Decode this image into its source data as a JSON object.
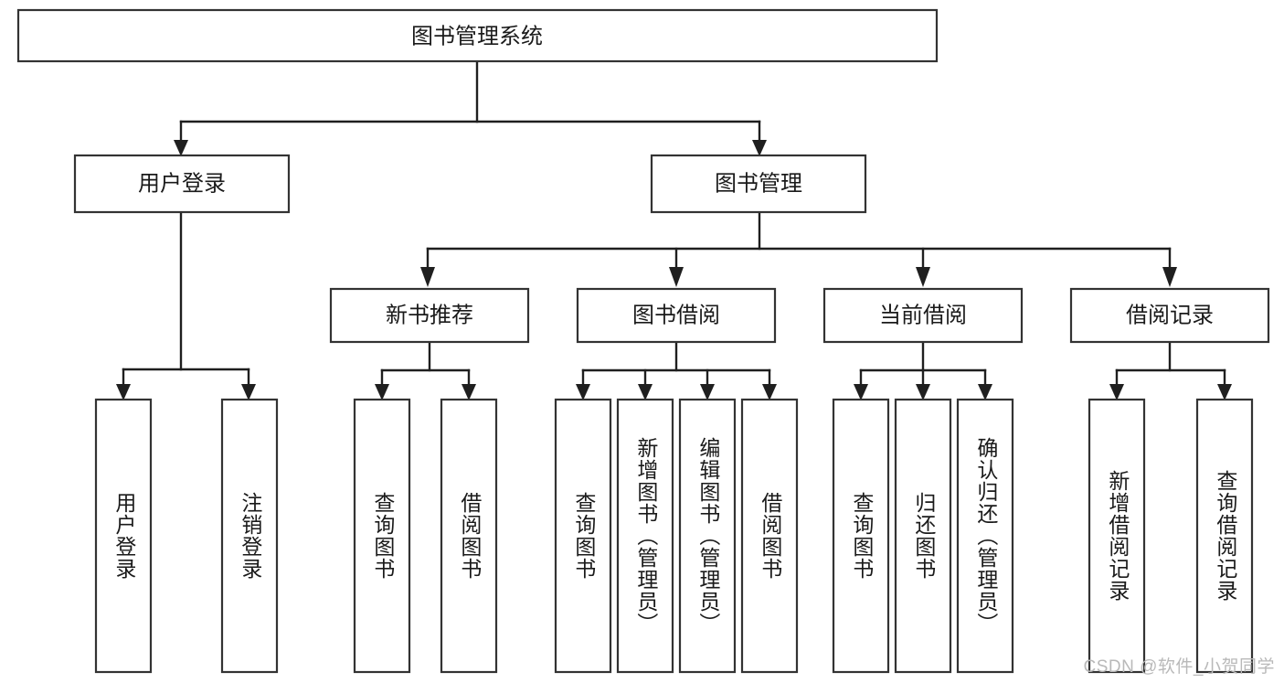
{
  "page": {
    "title": "图书管理系统 功能结构图",
    "background_color": "#ffffff",
    "box_fill": "#ffffff",
    "box_stroke": "#333333",
    "line_color": "#1f1f1f",
    "text_color": "#1a1a1a"
  },
  "watermark": {
    "text": "CSDN @软件_小贺同学",
    "color": "#b9b9b9"
  },
  "diagram": {
    "type": "tree",
    "orientation": "top-down",
    "levels": 4,
    "root": {
      "id": "root",
      "label": "图书管理系统"
    },
    "level2": [
      {
        "id": "user-login",
        "label": "用户登录"
      },
      {
        "id": "book-management",
        "label": "图书管理"
      }
    ],
    "level3": [
      {
        "id": "new-book-recommend",
        "label": "新书推荐",
        "parent": "book-management"
      },
      {
        "id": "book-borrow",
        "label": "图书借阅",
        "parent": "book-management"
      },
      {
        "id": "current-borrow",
        "label": "当前借阅",
        "parent": "book-management"
      },
      {
        "id": "borrow-record",
        "label": "借阅记录",
        "parent": "book-management"
      }
    ],
    "leaves": {
      "user-login": [
        {
          "id": "leaf-user-login",
          "label": "用户登录"
        },
        {
          "id": "leaf-logout-login",
          "label": "注销登录"
        }
      ],
      "new-book-recommend": [
        {
          "id": "leaf-query-book-1",
          "label": "查询图书"
        },
        {
          "id": "leaf-borrow-book-1",
          "label": "借阅图书"
        }
      ],
      "book-borrow": [
        {
          "id": "leaf-query-book-2",
          "label": "查询图书"
        },
        {
          "id": "leaf-add-book",
          "label": "新增图书（管理员）"
        },
        {
          "id": "leaf-edit-book",
          "label": "编辑图书（管理员）"
        },
        {
          "id": "leaf-borrow-book-2",
          "label": "借阅图书"
        }
      ],
      "current-borrow": [
        {
          "id": "leaf-query-book-3",
          "label": "查询图书"
        },
        {
          "id": "leaf-return-book",
          "label": "归还图书"
        },
        {
          "id": "leaf-confirm-return",
          "label": "确认归还（管理员）"
        }
      ],
      "borrow-record": [
        {
          "id": "leaf-add-record",
          "label": "新增借阅记录"
        },
        {
          "id": "leaf-query-record",
          "label": "查询借阅记录"
        }
      ]
    }
  }
}
